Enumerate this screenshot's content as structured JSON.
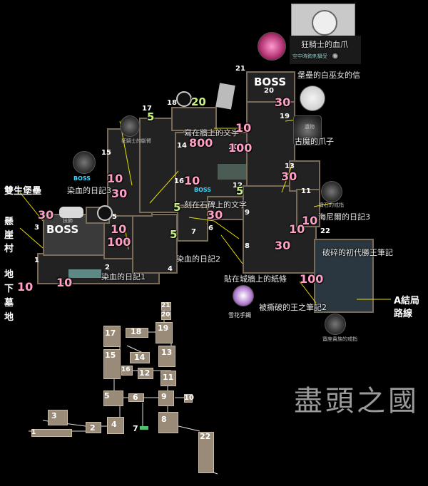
{
  "colors": {
    "bg": "#000000",
    "room_border": "#7a6a58",
    "line_yellow": "#e8e000",
    "pink": "#ff9fc6",
    "green": "#c8f080",
    "boss_blue": "#3cd4ff",
    "minimap": "#9a8b79"
  },
  "top_item": {
    "name": "狂騎士的血爪",
    "subtext": "空中時鉤刺攝受 · 🔘"
  },
  "bosses": {
    "main_top": "BOSS",
    "main_left": "BOSS",
    "small1": "BOSS",
    "small2": "BOSS"
  },
  "labels": {
    "letter_lady": "堡壘的白巫女的信",
    "wall_text": "寫在牆上的文字",
    "diary3": "染血的日記3",
    "stone_text": "刻在石碑上的文字",
    "diary2": "染血的日記2",
    "diary1": "染血的日記1",
    "tower_note": "貼在城牆上的紙條",
    "broken_pen2": "被撕破的王之筆記2",
    "broken_pen1": "破碎的初代勝王筆記",
    "sailor_diary": "海尼爾的日記3",
    "ancient_claw": "古魔的爪子",
    "item_cut1": "狂騎士的斷臂",
    "item_ring_right": "寶石的戒指",
    "item_bracelet": "雪花手鐲",
    "item_ring_bottom": "寶座貴族的戒指",
    "item_clip": "扶飾",
    "item_remains": "遺物"
  },
  "side_labels": {
    "castle": "雙生堡壘",
    "cliff_village": "懸崖村",
    "underground": "地下墓地",
    "ending": "A結局路線"
  },
  "title": "盡頭之國",
  "room_numbers": [
    "1",
    "2",
    "3",
    "4",
    "5",
    "6",
    "7",
    "8",
    "9",
    "10",
    "11",
    "12",
    "13",
    "14",
    "15",
    "16",
    "17",
    "18",
    "19",
    "20",
    "21",
    "22"
  ],
  "values": {
    "v_30_top": "30",
    "v_20": "20",
    "v_5_top": "5",
    "v_10_r": "10",
    "v_800": "800",
    "v_100_top": "100",
    "v_10_left": "10",
    "v_10_mid": "10",
    "v_30_mid": "30",
    "v_30_r2": "30",
    "v_5_mid": "5",
    "v_30_castle": "30",
    "v_10_b1": "10",
    "v_100_left": "100",
    "v_5_a": "5",
    "v_5_b": "5",
    "v_30_30": "30",
    "v_10_c": "10",
    "v_10_d": "10",
    "v_30_e": "30",
    "v_100_e": "100",
    "v_10_f": "10",
    "v_10_g": "10"
  }
}
